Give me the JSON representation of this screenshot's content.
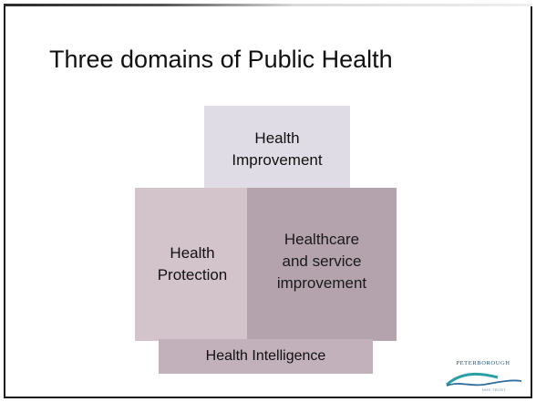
{
  "slide": {
    "title": "Three domains of Public Health"
  },
  "domains": {
    "improvement": "Health\nImprovement",
    "protection": "Health\nProtection",
    "service": "Healthcare\nand service\nimprovement",
    "intelligence": "Health Intelligence"
  },
  "logo": {
    "text": "PETERBOROUGH",
    "subtext": "NHS TRUST"
  },
  "colors": {
    "improvement": "#e0dce6",
    "protection": "#d3c4cc",
    "service": "#b4a3ac",
    "intelligence": "#c2b0ba",
    "logo_teal": "#2a9fa8"
  }
}
